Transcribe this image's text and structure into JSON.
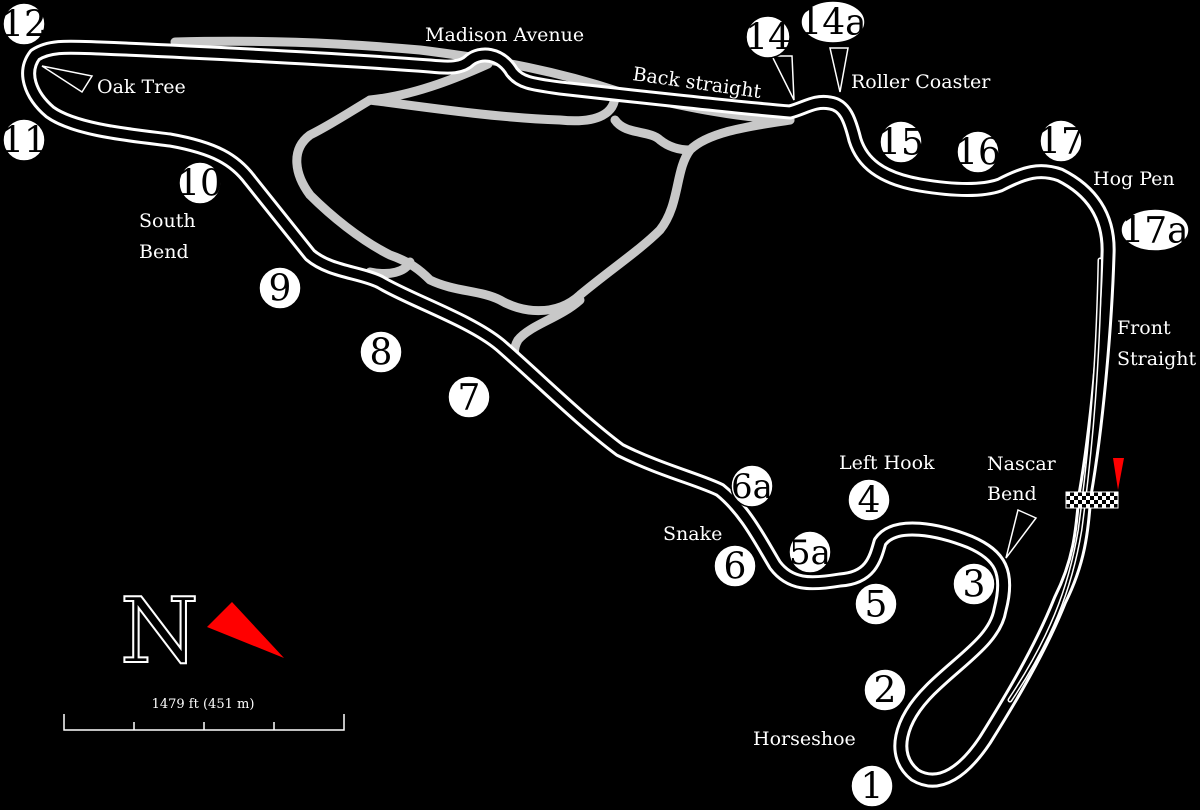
{
  "colors": {
    "background": "#000000",
    "track": "#000000",
    "track_edge": "#ffffff",
    "alternate_roads": "#c8c8c8",
    "north_arrow": "#ff0000",
    "start_flag": "#ff0000"
  },
  "turns": [
    {
      "id": "1",
      "label": "1"
    },
    {
      "id": "2",
      "label": "2"
    },
    {
      "id": "3",
      "label": "3"
    },
    {
      "id": "4",
      "label": "4"
    },
    {
      "id": "5",
      "label": "5"
    },
    {
      "id": "5a",
      "label": "5a"
    },
    {
      "id": "6",
      "label": "6"
    },
    {
      "id": "6a",
      "label": "6a"
    },
    {
      "id": "7",
      "label": "7"
    },
    {
      "id": "8",
      "label": "8"
    },
    {
      "id": "9",
      "label": "9"
    },
    {
      "id": "10",
      "label": "10"
    },
    {
      "id": "11",
      "label": "11"
    },
    {
      "id": "12",
      "label": "12"
    },
    {
      "id": "14",
      "label": "14"
    },
    {
      "id": "14a",
      "label": "14a"
    },
    {
      "id": "15",
      "label": "15"
    },
    {
      "id": "16",
      "label": "16"
    },
    {
      "id": "17",
      "label": "17"
    },
    {
      "id": "17a",
      "label": "17a"
    }
  ],
  "places": {
    "madison_avenue": "Madison Avenue",
    "back_straight": "Back straight",
    "roller_coaster": "Roller Coaster",
    "oak_tree": "Oak Tree",
    "south_bend_1": "South",
    "south_bend_2": "Bend",
    "hog_pen": "Hog Pen",
    "front_straight_1": "Front",
    "front_straight_2": "Straight",
    "left_hook": "Left Hook",
    "nascar_bend_1": "Nascar",
    "nascar_bend_2": "Bend",
    "snake": "Snake",
    "horseshoe": "Horseshoe"
  },
  "compass": {
    "letter": "N",
    "arrow_icon": "north-arrow-icon"
  },
  "scale": {
    "label": "1479 ft (451 m)"
  }
}
